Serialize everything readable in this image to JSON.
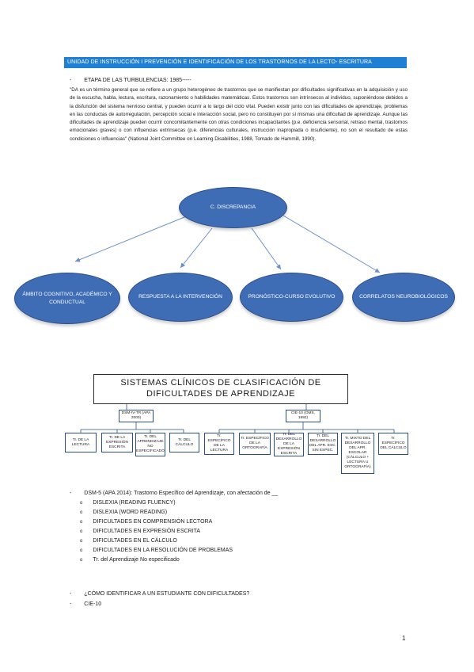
{
  "header": {
    "title": "UNIDAD DE INSTRUCCIÓN I PREVENCIÓN E IDENTIFICACIÓN DE LOS TRASTORNOS DE LA LECTO- ESCRITURA"
  },
  "section1": {
    "bullet": "-",
    "heading": "ETAPA DE LAS TURBULENCIAS: 1985-----",
    "paragraph": "\"DA es un término general que se refiere a un grupo heterogéneo de trastornos que se manifiestan por dificultades significativas en la adquisición y uso de la escucha, habla, lectura, escritura, razonamiento o habilidades matemáticas. Estos trastornos son intrínsecos al individuo, suponiéndose debidos a la disfunción del sistema nervioso central, y pueden ocurrir a lo largo del ciclo vital. Pueden existir junto con las dificultades de aprendizaje, problemas en las conductas de autorregulación, percepción social e interacción social, pero no constituyen por sí mismas una dificultad de aprendizaje. Aunque las dificultades de aprendizaje pueden ocurrir concomitantemente con otras condiciones incapacitantes (p.e. deficiencia sensorial, retraso mental, trastornos emocionales graves) o con influencias extrínsecas (p.e. diferencias culturales, instrucción inapropiada o insuficiente), no son el resultado de estas condiciones o influencias\" (National Joint Committee on Learning Disabilities, 1988, Tomado de Hammill, 1990)."
  },
  "diagram": {
    "center": "C. DISCREPANCIA",
    "nodes": [
      "ÁMBITO COGNITIVO, ACADÉMICO Y CONDUCTUAL",
      "RESPUESTA A LA INTERVENCIÓN",
      "PRONÓSTICO-CURSO EVOLUTIVO",
      "CORRELATOS NEUROBIOLÓGICOS"
    ]
  },
  "systems": {
    "title": "SISTEMAS CLÍNICOS DE CLASIFICACIÓN DE DIFICULTADES DE APRENDIZAJE",
    "left_parent": "DSM-IV-TR (APA 2000)",
    "right_parent": "CIE-10 (OMS, 1992)",
    "left_children": [
      "Tr. DE LA LECTURA",
      "Tr. DE LA EXPRESIÓN ESCRITA",
      "Tr. DEL APRENDIZAJE NO ESPECIFICADO",
      "Tr. DEL CÁLCULO"
    ],
    "right_children": [
      "Tr. ESPECÍFICO DE LA LECTURA",
      "Tr. ESPECÍFICO DE LA ORTOGRAFÍA",
      "Tr. DEL DESARROLLO DE LA EXPRESIÓN ESCRITA",
      "Tr. DEL DESARROLLO DEL APR. ESC. SIN ESPEC.",
      "Tr. MIXTO DEL DESARROLLO DEL APR. ESCOLAR (CÁLCULO + LECTURA U ORTOGRAFÍA)",
      "Tr. ESPECÍFICO DEL CÁLCULO"
    ]
  },
  "dsm5": {
    "bullet": "-",
    "heading": "DSM-5 (APA 2014): Trastorno Específico del Aprendizaje, con afectación de __",
    "items": [
      "DISLEXIA (READING FLUENCY)",
      "DISLEXIA (WORD READING)",
      "DIFICULTADES EN COMPRENSIÓN LECTORA",
      "DIFICULTADES EN EXPRESIÓN ESCRITA",
      "DIFICULTADES EN EL CÁLCULO",
      "DIFICULTADES EN LA RESOLUCIÓN DE PROBLEMAS",
      "Tr. del Aprendizaje No especificado"
    ],
    "item_marker": "o"
  },
  "closing": [
    {
      "bullet": "-",
      "text": "¿CÓMO IDENTIFICAR A UN ESTUDIANTE CON DIFICULTADES?"
    },
    {
      "bullet": "-",
      "text": "CIE-10"
    }
  ],
  "page_number": "1",
  "colors": {
    "header_bg": "#1f7fd4",
    "ellipse_fill": "#3e6db5",
    "arrow": "#6b8fc9"
  }
}
